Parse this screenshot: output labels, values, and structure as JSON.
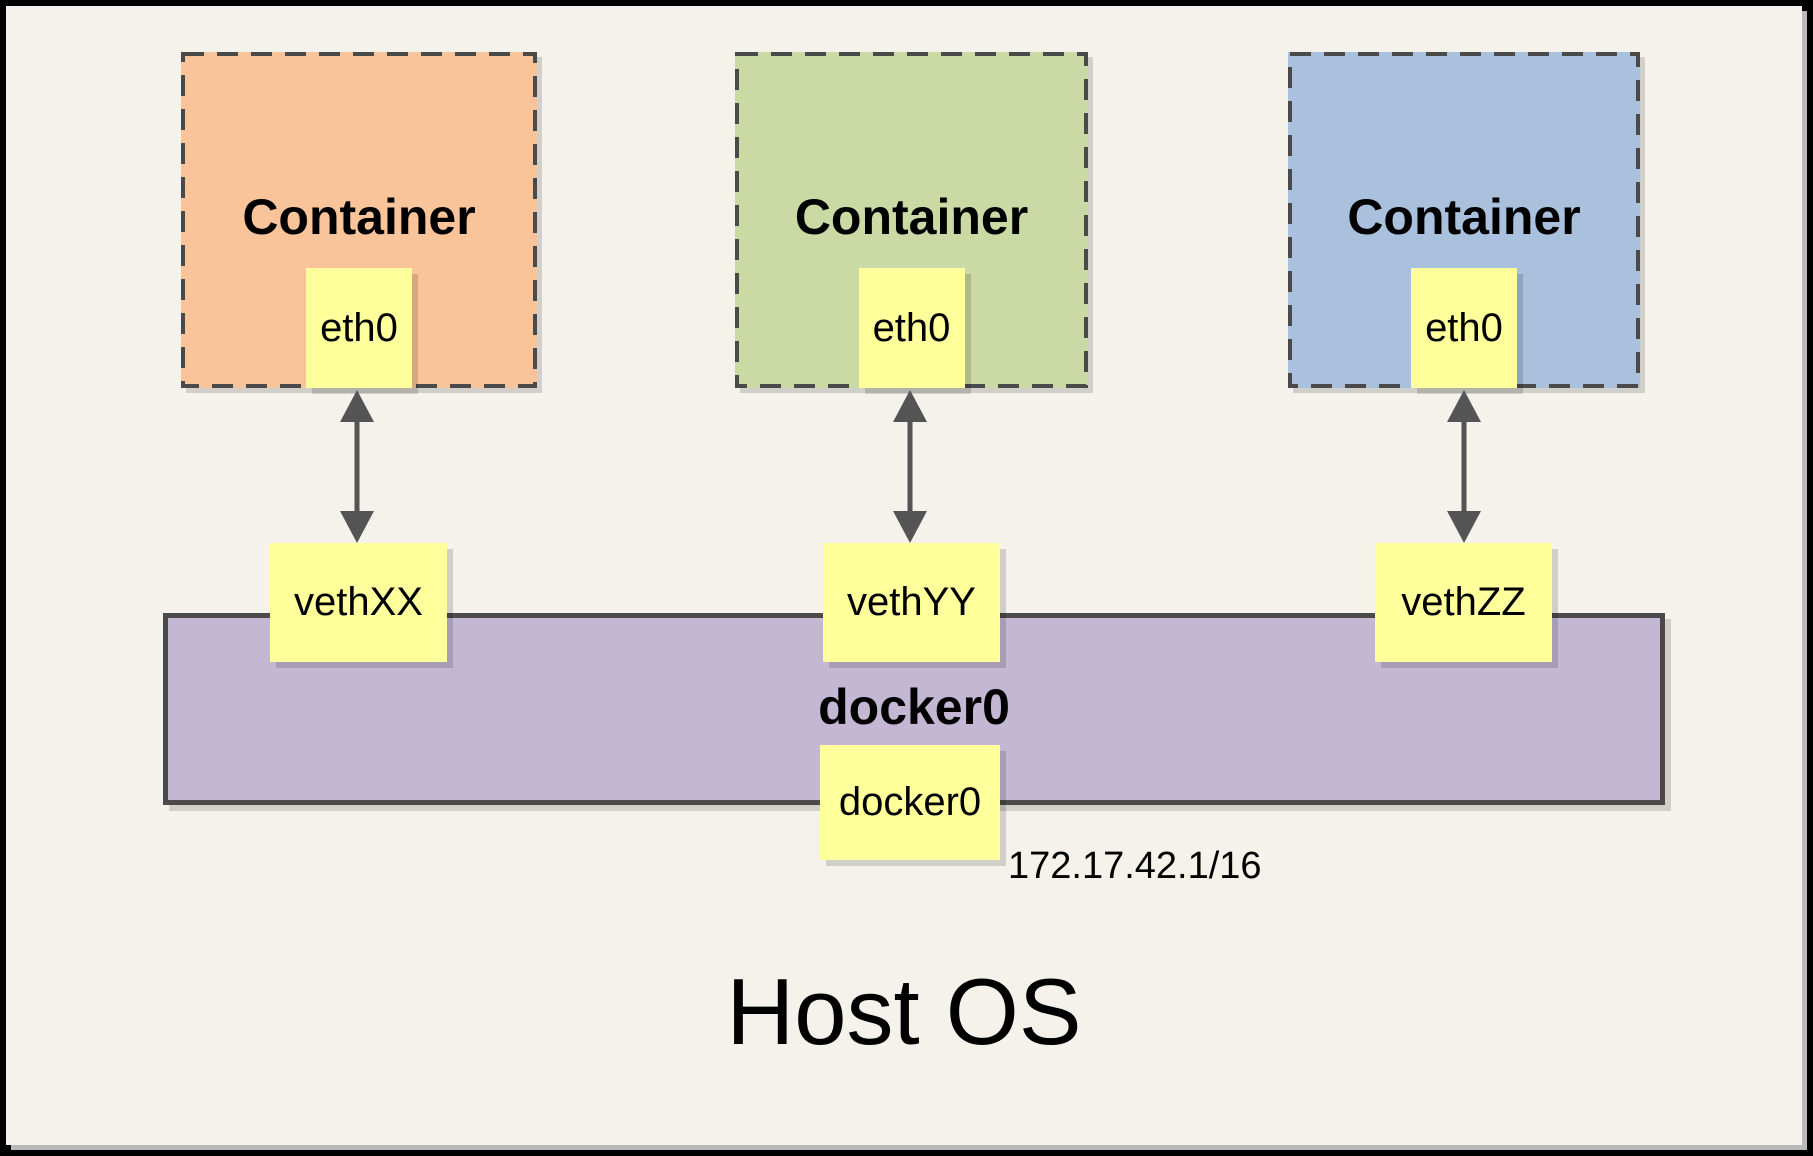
{
  "frame": {
    "background": "#f4f2eb",
    "border_color": "#000000",
    "page_shadow_color": "#b9b9b9"
  },
  "containers": [
    {
      "label": "Container",
      "interface": "eth0",
      "veth": "vethXX",
      "fill": "#f9c499"
    },
    {
      "label": "Container",
      "interface": "eth0",
      "veth": "vethYY",
      "fill": "#cbd9a5"
    },
    {
      "label": "Container",
      "interface": "eth0",
      "veth": "vethZZ",
      "fill": "#aac1de"
    }
  ],
  "bridge": {
    "label": "docker0",
    "interface": "docker0",
    "ip": "172.17.42.1/16",
    "fill": "#c3b7d3",
    "border_color": "#4a4a4a"
  },
  "host": {
    "label": "Host OS"
  },
  "accents": {
    "tag_fill": "#ffff9c",
    "dash_color": "#4a4a4a",
    "arrow_color": "#545454",
    "text_color": "#000000"
  }
}
